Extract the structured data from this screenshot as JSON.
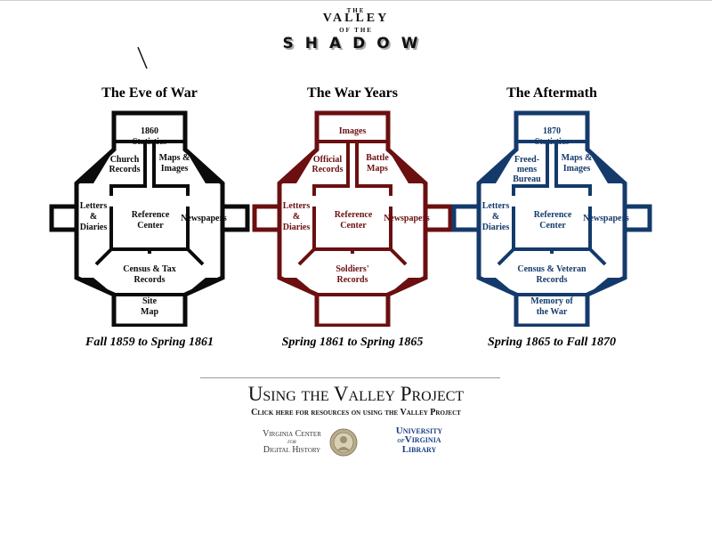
{
  "site_title": {
    "the": "THE",
    "valley": "VALLEY",
    "of_the": "OF THE",
    "shadow": "SHADOW"
  },
  "colors": {
    "eve": "#0b0b0b",
    "war": "#6b0f10",
    "after": "#143a6b"
  },
  "periods": [
    {
      "title": "The Eve of War",
      "top_room": "1860|Statistics",
      "nw_room": "Church|Records",
      "ne_room": "Maps &|Images",
      "west_room": "Letters|&|Diaries",
      "center_room": "Reference|Center",
      "east_room": "Newspapers",
      "south_room": "Census & Tax|Records",
      "bottom_room": "Site|Map",
      "dates": "Fall 1859 to Spring 1861"
    },
    {
      "title": "The War Years",
      "top_room": "Images",
      "nw_room": "Official|Records",
      "ne_room": "Battle|Maps",
      "west_room": "Letters|&|Diaries",
      "center_room": "Reference|Center",
      "east_room": "Newspapers",
      "south_room": "Soldiers'|Records",
      "bottom_room": "",
      "dates": "Spring 1861 to Spring 1865"
    },
    {
      "title": "The Aftermath",
      "top_room": "1870|Statistics",
      "nw_room": "Freed-|mens|Bureau",
      "ne_room": "Maps &|Images",
      "west_room": "Letters|&|Diaries",
      "center_room": "Reference|Center",
      "east_room": "Newspapers",
      "south_room": "Census & Veteran|Records",
      "bottom_room": "Memory of|the War",
      "dates": "Spring 1865 to Fall 1870"
    }
  ],
  "using": {
    "title": "Using the Valley Project",
    "subtitle": "Click here for resources on using the Valley Project"
  },
  "vcdh": {
    "line1": "Virginia Center",
    "for": "for",
    "line2": "Digital History"
  },
  "uva": {
    "line1": "University",
    "of": "of",
    "line2": "Virginia",
    "line3": "Library"
  }
}
